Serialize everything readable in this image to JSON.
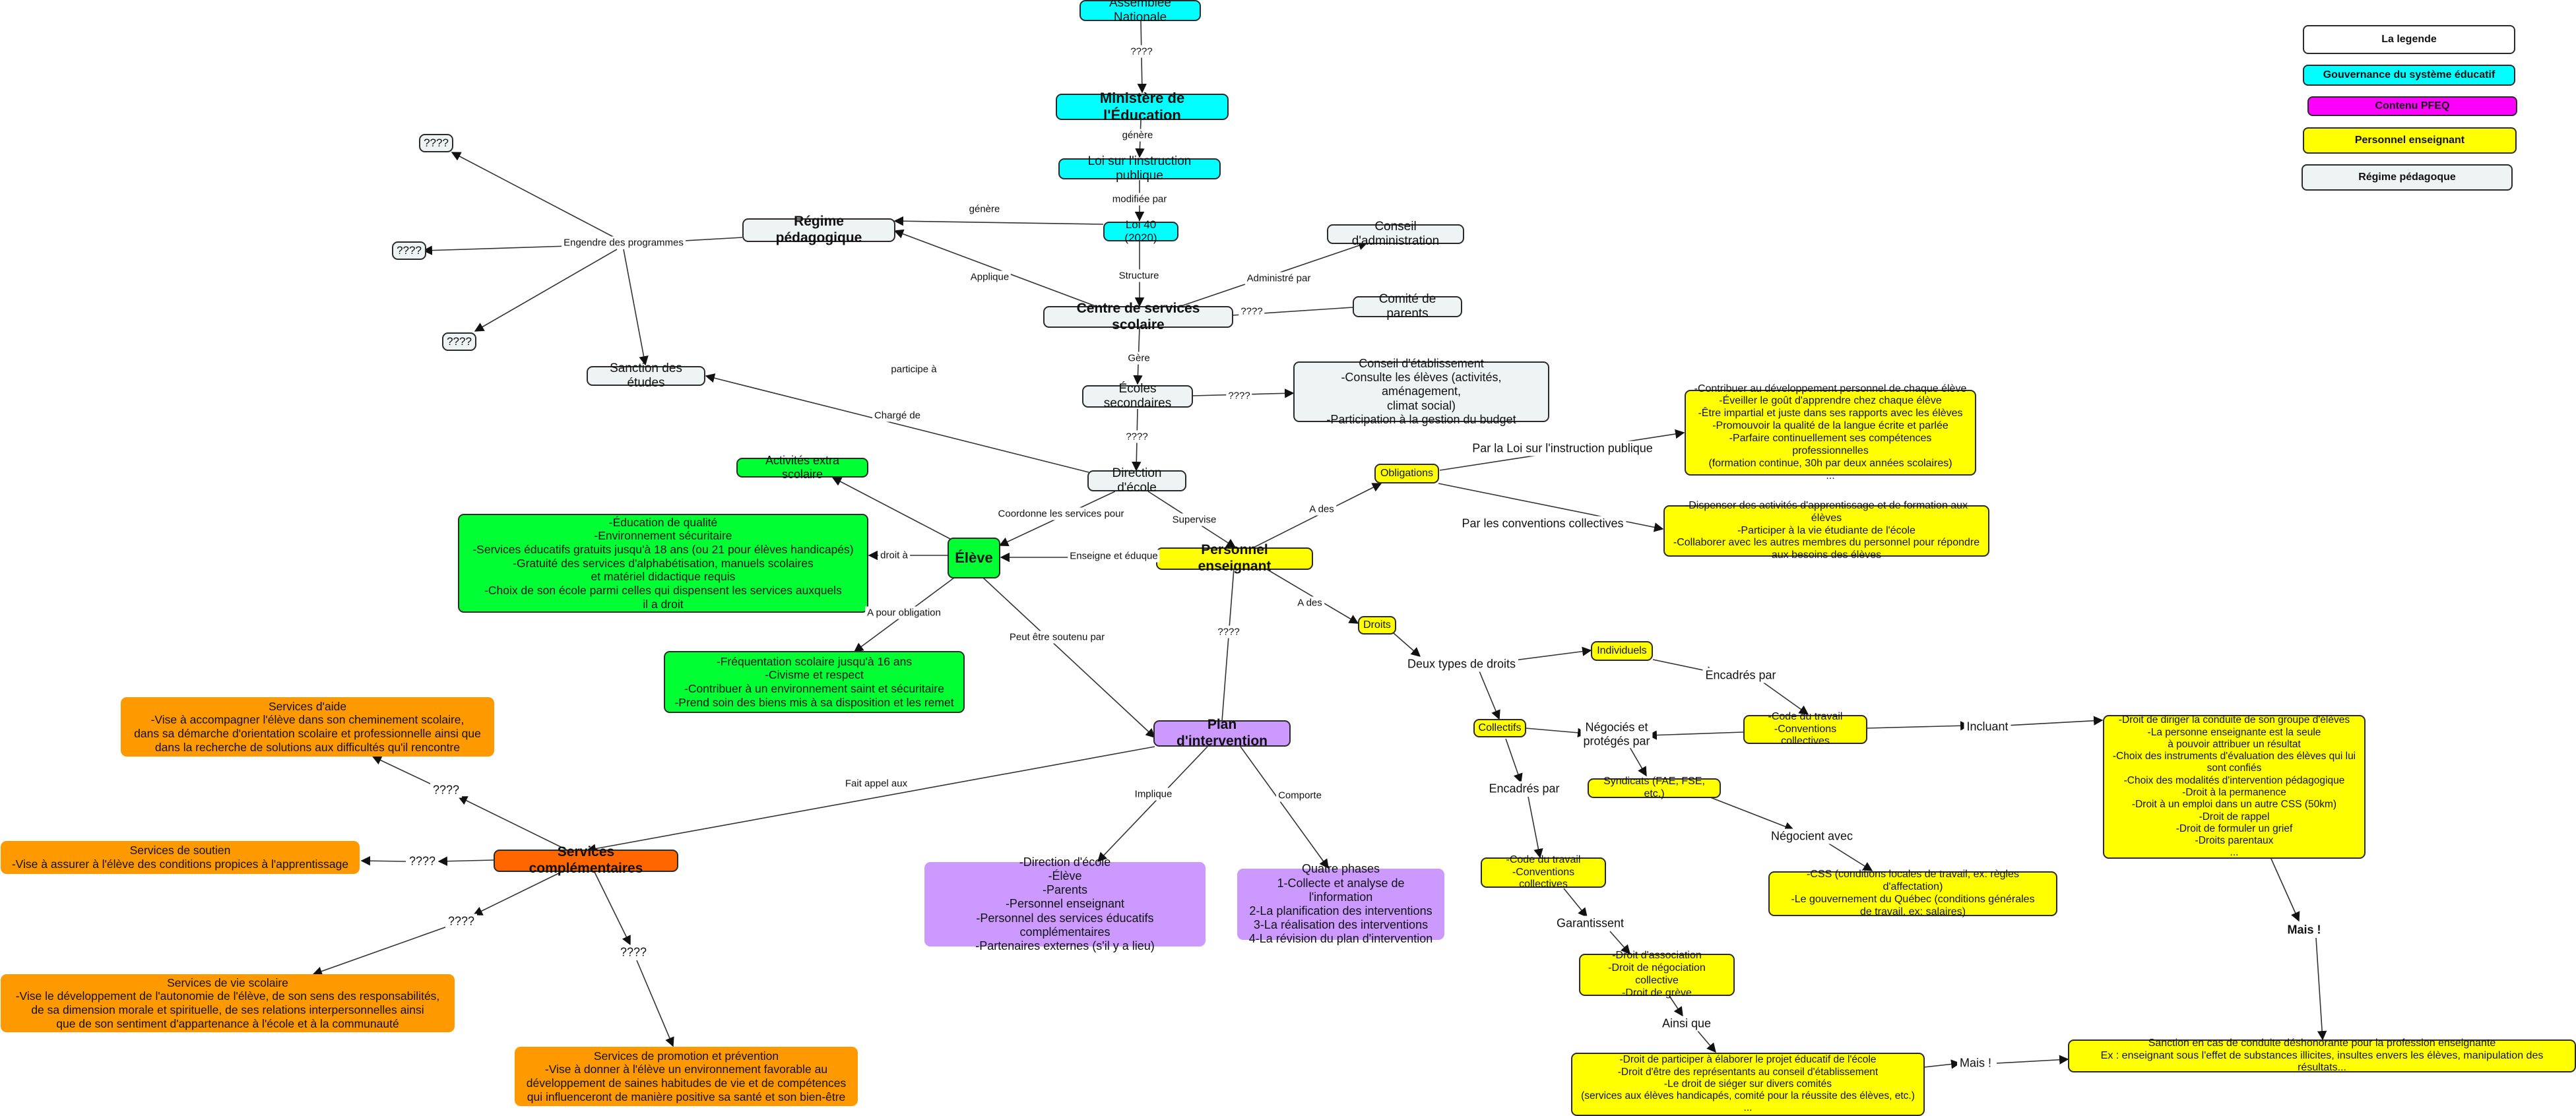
{
  "legend": {
    "title": "La legende",
    "items": [
      {
        "label": "Gouvernance du système éducatif",
        "color": "#00ffff"
      },
      {
        "label": "Contenu PFEQ",
        "color": "#ff00ff"
      },
      {
        "label": "Personnel enseignant",
        "color": "#ffff00"
      },
      {
        "label": "Régime pédagoque",
        "color": "#eef3f4"
      }
    ]
  },
  "nodes": {
    "assemblee": "Assemblée Nationale",
    "ministere": "Ministère de l'Éducation",
    "loi_instruction": "Loi sur l'instruction publique",
    "loi40": "Loi 40 (2020)",
    "regime": "Régime pédagogique",
    "q1": "????",
    "q2": "????",
    "q3": "????",
    "sanction": "Sanction des études",
    "conseil_admin": "Conseil d'administration",
    "comite_parents": "Comité de parents",
    "css": "Centre de services scolaire",
    "ecoles_sec": "Écoles secondaires",
    "conseil_etab": "Conseil d'établissement\n-Consulte les élèves (activités, aménagement,\nclimat social)\n-Participation à la gestion du budget",
    "direction": "Direction d'école",
    "activites": "Activités extra scolaire",
    "droits_eleve": "-Éducation de qualité\n-Environnement sécuritaire\n-Services éducatifs gratuits jusqu'à 18 ans (ou 21 pour élèves handicapés)\n-Gratuité des services d'alphabétisation, manuels scolaires\net matériel didactique requis\n-Choix de son école parmi celles qui dispensent les services auxquels\nil a droit",
    "eleve": "Élève",
    "obligations_eleve": "-Fréquentation scolaire jusqu'à 16 ans\n-Civisme et respect\n-Contribuer à un environnement saint et sécuritaire\n-Prend soin des biens mis à sa disposition et les remet",
    "personnel": "Personnel enseignant",
    "obligations": "Obligations",
    "oblig_loi": "-Contribuer au développement personnel de chaque élève\n-Éveiller le goût d'apprendre chez chaque élève\n-Être impartial et juste dans ses rapports avec les élèves\n-Promouvoir la qualité de la langue écrite et parlée\n-Parfaire continuellement ses compétences professionnelles\n(formation continue, 30h par deux années scolaires)\n...",
    "oblig_conv": "-Dispenser des activités d'apprentissage et de formation aux élèves\n-Participer à la vie étudiante de l'école\n-Collaborer avec les autres membres du personnel pour répondre\naux besoins des élèves",
    "droits": "Droits",
    "individuels": "Individuels",
    "collectifs": "Collectifs",
    "code_travail_ind": "-Code du travail\n-Conventions collectives",
    "syndicats": "Syndicats (FAE, FSE, etc.)",
    "droits_ind_list": "-Droit de diriger la conduite de son groupe d'élèves\n-La personne enseignante est la seule\nà pouvoir attribuer un résultat\n-Choix des instruments d'évaluation des élèves qui lui\nsont confiés\n-Choix des modalités d'intervention pédagogique\n-Droit à la permanence\n-Droit à un emploi dans un autre CSS (50km)\n-Droit de rappel\n-Droit de formuler un grief\n-Droits parentaux\n...",
    "css_conditions": "-CSS (conditions locales de travail, ex: règles d'affectation)\n-Le gouvernement du Québec (conditions générales\nde travail, ex: salaires)",
    "code_travail_coll": "-Code du travail\n-Conventions collectives",
    "droits_assoc": "-Droit d'association\n-Droit de négociation collective\n-Droit de grève",
    "droits_particip": "-Droit de participer à élaborer le projet éducatif de l'école\n-Droit d'être des représentants au conseil d'établissement\n-Le droit de siéger sur divers comités\n(services aux élèves handicapés, comité pour la réussite des élèves, etc.)\n...",
    "sanction_ens": "Sanction en cas de conduite déshonorante pour la profession enseignante\nEx : enseignant sous l'effet de substances illicites, insultes envers les élèves, manipulation des résultats...",
    "plan": "Plan d'intervention",
    "implique": "-Direction d'école\n-Élève\n-Parents\n-Personnel enseignant\n-Personnel des services éducatifs complémentaires\n-Partenaires externes (s'il y a lieu)",
    "phases": "Quatre phases\n1-Collecte et analyse de l'information\n2-La planification des interventions\n3-La réalisation des interventions\n4-La révision du plan d'intervention",
    "services_comp": "Services complémentaires",
    "services_aide": "Services d'aide\n-Vise à accompagner l'élève dans son cheminement scolaire,\ndans sa démarche d'orientation scolaire et professionnelle ainsi que\ndans la recherche de solutions aux difficultés qu'il rencontre",
    "services_soutien": "Services de soutien\n-Vise à assurer à l'élève des conditions propices à l'apprentissage",
    "services_vie": "Services de vie scolaire\n-Vise le développement de l'autonomie de l'élève, de son sens des responsabilités,\nde sa dimension morale et spirituelle, de ses relations interpersonnelles ainsi\nque de son sentiment d'appartenance à l'école et à la communauté",
    "services_promo": "Services de promotion et prévention\n-Vise à donner à l'élève un environnement favorable au\ndéveloppement de saines habitudes de vie et de compétences\nqui influenceront de manière positive sa santé et son bien-être"
  },
  "labels": {
    "assemblee_ministere": "????",
    "genere": "génère",
    "modifiee_par": "modifiée par",
    "genere2": "génère",
    "applique": "Applique",
    "engendre": "Engendre des programmes",
    "structure": "Structure",
    "administre": "Administré par",
    "css_comite": "????",
    "gere": "Gère",
    "ecoles_conseil": "????",
    "ecoles_direction": "????",
    "charge_de": "Chargé de",
    "coordonne": "Coordonne les services pour",
    "supervise": "Supervise",
    "participe": "participe à",
    "droit_a": "droit à",
    "pour_obligation": "A pour obligation",
    "soutenu": "Peut être soutenu par",
    "enseigne": "Enseigne et éduque",
    "a_des_oblig": "A des",
    "a_des_droits": "A des",
    "personnel_plan": "????",
    "par_loi": "Par la Loi sur l'instruction publique",
    "par_conv": "Par les conventions collectives",
    "deux_types": "Deux types de droits",
    "encadres_par_ind": "Encadrés par",
    "incluant": "Incluant",
    "negocies": "Négociés et\nprotégés par",
    "negocient": "Négocient avec",
    "encadres_par_coll": "Encadrés par",
    "garantissent": "Garantissent",
    "ainsi_que": "Ainsi que",
    "mais1": "Mais !",
    "mais2": "Mais !",
    "fait_appel": "Fait appel aux",
    "implique_lbl": "Implique",
    "comporte": "Comporte",
    "sc_aide": "????",
    "sc_soutien": "????",
    "sc_vie": "????",
    "sc_promo": "????"
  }
}
